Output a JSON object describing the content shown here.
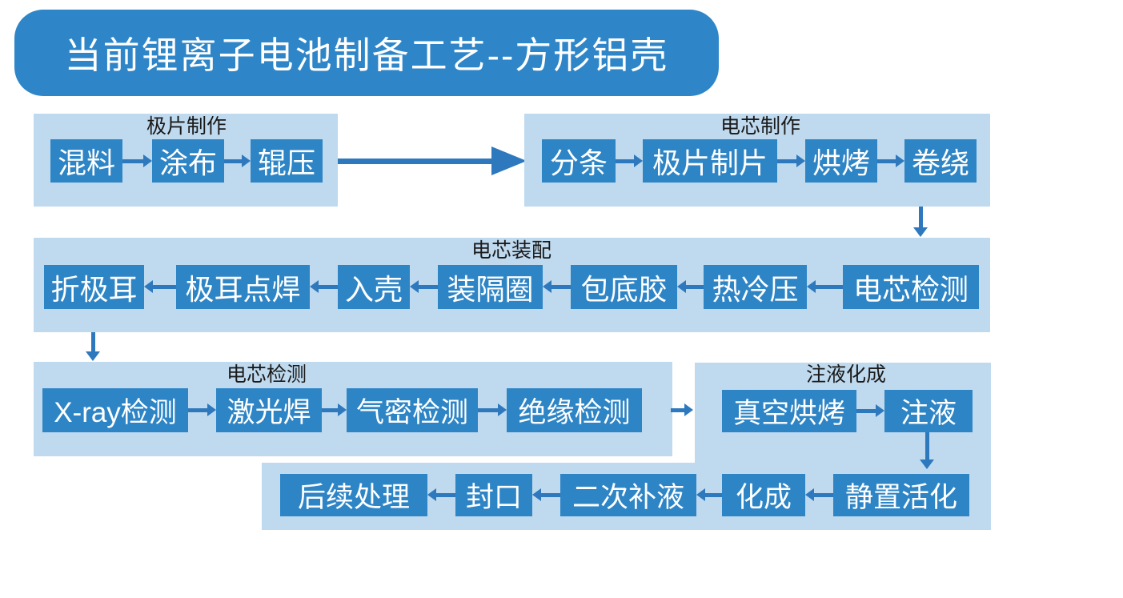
{
  "title": "当前锂离子电池制备工艺--方形铝壳",
  "colors": {
    "banner": "#2E86C8",
    "box": "#2E85C6",
    "panel": "#BFD9EE",
    "arrow": "#2E79BE",
    "label": "#1A1A1A",
    "boxtext": "#FFFFFF"
  },
  "groups": [
    {
      "name": "极片制作",
      "flow": "left-to-right",
      "steps": [
        "混料",
        "涂布",
        "辊压"
      ]
    },
    {
      "name": "电芯制作",
      "flow": "left-to-right",
      "steps": [
        "分条",
        "极片制片",
        "烘烤",
        "卷绕"
      ]
    },
    {
      "name": "电芯装配",
      "flow": "right-to-left",
      "steps": [
        "电芯检测",
        "热冷压",
        "包底胶",
        "装隔圈",
        "入壳",
        "极耳点焊",
        "折极耳"
      ]
    },
    {
      "name": "电芯检测",
      "flow": "left-to-right",
      "steps": [
        "X-ray检测",
        "激光焊",
        "气密检测",
        "绝缘检测"
      ]
    },
    {
      "name": "注液化成",
      "flow": "left-to-right",
      "steps": [
        "真空烘烤",
        "注液",
        "静置活化",
        "化成"
      ]
    },
    {
      "name": "",
      "flow": "right-to-left",
      "steps": [
        "二次补液",
        "封口",
        "后续处理"
      ]
    }
  ]
}
